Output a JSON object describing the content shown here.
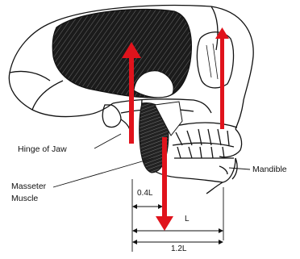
{
  "labels": {
    "hinge": "Hinge of Jaw",
    "masseter_line1": "Masseter",
    "masseter_line2": "Muscle",
    "mandible": "Mandible"
  },
  "dimensions": {
    "d1": "0.4L",
    "d2": "L",
    "d3": "1.2L"
  },
  "colors": {
    "arrow": "#e0131c",
    "line": "#111111",
    "muscle": "#1a1a1a"
  }
}
